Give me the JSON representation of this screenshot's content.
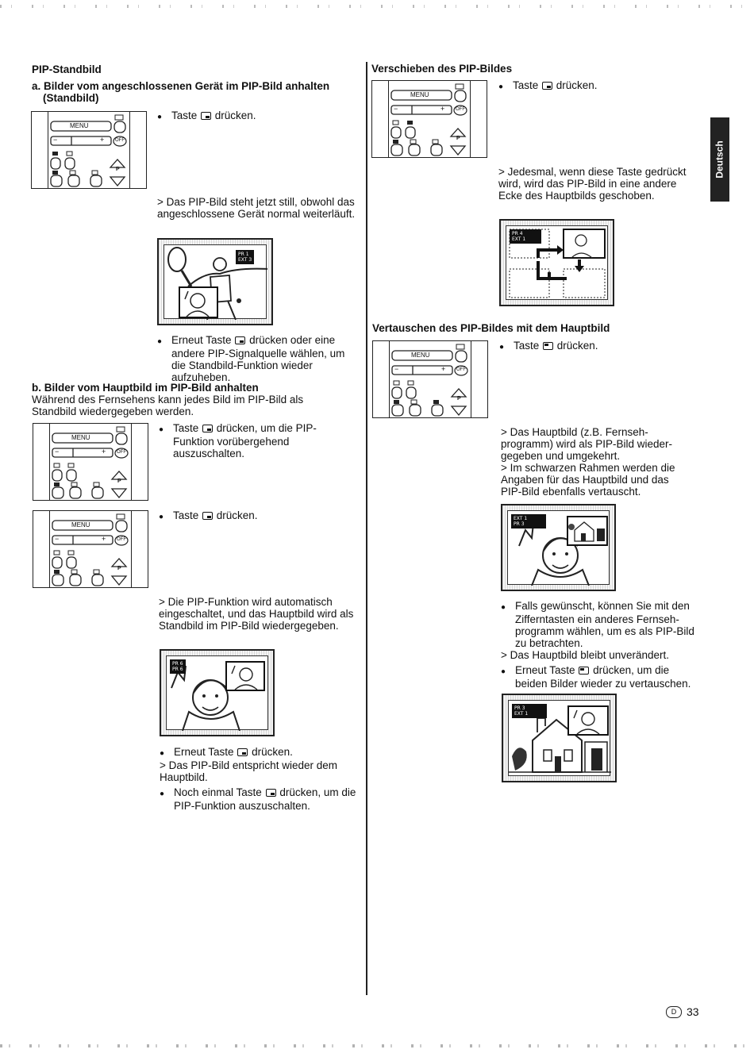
{
  "side_tab": "Deutsch",
  "left": {
    "title": "PIP-Standbild",
    "sec_a_title": "a. Bilder vom angeschlossenen Gerät im PIP-Bild anhalten (Standbild)",
    "a_step1_pre": "Taste ",
    "a_step1_post": " drücken.",
    "a_result": "Das PIP-Bild steht jetzt still, obwohl das angeschlossene Gerät normal weiterläuft.",
    "a_step2_pre": "Erneut Taste ",
    "a_step2_post": " drücken oder eine andere PIP-Signalquelle wählen, um die Standbild-Funktion wieder aufzuheben.",
    "sec_b_title": "b. Bilder vom Hauptbild im PIP-Bild anhalten",
    "sec_b_intro": "Während des Fernsehens kann jedes Bild im PIP-Bild als Standbild wiedergegeben werden.",
    "b_step1_pre": "Taste ",
    "b_step1_post": " drücken, um die PIP-Funktion vorübergehend auszuschalten.",
    "b_step2_pre": "Taste ",
    "b_step2_post": " drücken.",
    "b_result": "Die PIP-Funktion wird automatisch eingeschaltet, und das Hauptbild wird als Standbild im PIP-Bild wiedergegeben.",
    "b_step3_pre": "Erneut Taste ",
    "b_step3_post": " drücken.",
    "b_step3_result": "Das PIP-Bild entspricht wieder dem Hauptbild.",
    "b_step4_pre": "Noch einmal Taste ",
    "b_step4_post": " drücken, um die PIP-Funktion auszuschalten."
  },
  "right": {
    "sec1_title": "Verschieben des PIP-Bildes",
    "sec1_step_pre": "Taste ",
    "sec1_step_post": " drücken.",
    "sec1_result": "Jedesmal, wenn diese Taste gedrückt wird, wird das PIP-Bild in eine andere Ecke des Hauptbilds geschoben.",
    "sec2_title": "Vertauschen des PIP-Bildes mit dem Hauptbild",
    "sec2_step_pre": "Taste ",
    "sec2_step_post": " drücken.",
    "sec2_result1": "Das Hauptbild (z.B. Fernseh-programm) wird als PIP-Bild wieder-gegeben und umgekehrt.",
    "sec2_result2": "Im schwarzen Rahmen werden die Angaben für das Hauptbild und das PIP-Bild ebenfalls vertauscht.",
    "sec2_step2": "Falls gewünscht, können Sie mit den Zifferntasten ein anderes Fernseh-programm wählen, um es als PIP-Bild zu betrachten.",
    "sec2_step2_result": "Das Hauptbild bleibt unverändert.",
    "sec2_step3_pre": "Erneut Taste ",
    "sec2_step3_post": " drücken, um die beiden Bilder wieder zu vertauschen."
  },
  "remote": {
    "menu": "MENU",
    "minus": "−",
    "plus": "+",
    "off": "OFF",
    "p": "P"
  },
  "screens": {
    "tennis_label1": "PR 1",
    "tennis_label2": "EXT 3",
    "boy1_label1": "PR 6",
    "boy1_label2": "PR 6",
    "corners_label1": "PR 4",
    "corners_label2": "EXT 1",
    "boy2_label1": "EXT 1",
    "boy2_label2": "PR 3",
    "house_label1": "PR 3",
    "house_label2": "EXT 1"
  },
  "page_number": "33",
  "country_mark": "D"
}
